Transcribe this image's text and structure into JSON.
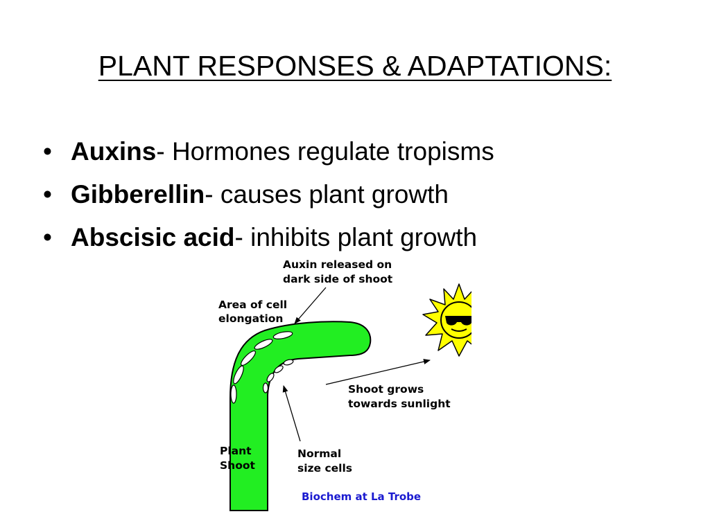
{
  "title": "PLANT RESPONSES & ADAPTATIONS:",
  "bullets": [
    {
      "term": "Auxins",
      "text": "- Hormones regulate tropisms"
    },
    {
      "term": "Gibberellin",
      "text": "- causes plant growth"
    },
    {
      "term": "Abscisic acid",
      "text": "- inhibits plant growth"
    }
  ],
  "figure": {
    "auxin_label": [
      "Auxin released on",
      "dark side of shoot"
    ],
    "elongation_label": [
      "Area of cell",
      "elongation"
    ],
    "grows_label": [
      "Shoot grows",
      "towards sunlight"
    ],
    "plant_label": [
      "Plant",
      "Shoot"
    ],
    "normal_label": [
      "Normal",
      "size cells"
    ],
    "credit": "Biochem at La Trobe",
    "colors": {
      "shoot": "#22ee22",
      "sun": "#ffff00",
      "outline": "#000000",
      "credit": "#1a1ad0"
    }
  }
}
